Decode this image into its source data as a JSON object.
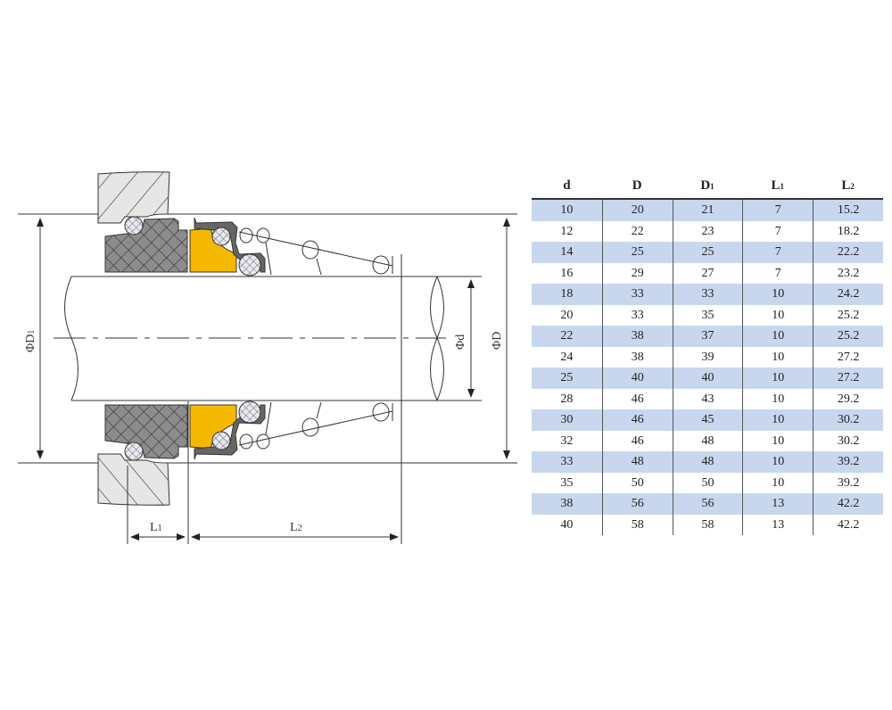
{
  "drawing": {
    "title": "Mechanical seal cross-section",
    "labels": {
      "phi_D1": "ΦD",
      "phi_D1_sub": "1",
      "phi_d": "Φd",
      "phi_D": "ΦD",
      "L1": "L",
      "L1_sub": "1",
      "L2": "L",
      "L2_sub": "2"
    },
    "colors": {
      "seat_face": "#f5b800",
      "rubber": "#8c8c8c",
      "housing": "#e6e6e6"
    }
  },
  "table": {
    "headers": [
      {
        "main": "d",
        "sub": ""
      },
      {
        "main": "D",
        "sub": ""
      },
      {
        "main": "D",
        "sub": "1"
      },
      {
        "main": "L",
        "sub": "1"
      },
      {
        "main": "L",
        "sub": "2"
      }
    ],
    "rows": [
      [
        "10",
        "20",
        "21",
        "7",
        "15.2"
      ],
      [
        "12",
        "22",
        "23",
        "7",
        "18.2"
      ],
      [
        "14",
        "25",
        "25",
        "7",
        "22.2"
      ],
      [
        "16",
        "29",
        "27",
        "7",
        "23.2"
      ],
      [
        "18",
        "33",
        "33",
        "10",
        "24.2"
      ],
      [
        "20",
        "33",
        "35",
        "10",
        "25.2"
      ],
      [
        "22",
        "38",
        "37",
        "10",
        "25.2"
      ],
      [
        "24",
        "38",
        "39",
        "10",
        "27.2"
      ],
      [
        "25",
        "40",
        "40",
        "10",
        "27.2"
      ],
      [
        "28",
        "46",
        "43",
        "10",
        "29.2"
      ],
      [
        "30",
        "46",
        "45",
        "10",
        "30.2"
      ],
      [
        "32",
        "46",
        "48",
        "10",
        "30.2"
      ],
      [
        "33",
        "48",
        "48",
        "10",
        "39.2"
      ],
      [
        "35",
        "50",
        "50",
        "10",
        "39.2"
      ],
      [
        "38",
        "56",
        "56",
        "13",
        "42.2"
      ],
      [
        "40",
        "58",
        "58",
        "13",
        "42.2"
      ]
    ],
    "colors": {
      "stripe": "#c9d7ee"
    }
  }
}
